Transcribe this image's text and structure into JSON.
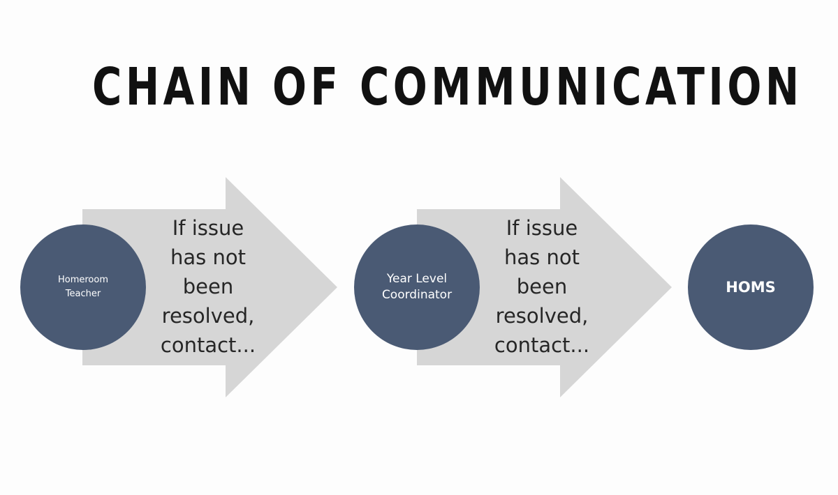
{
  "title": "CHAIN OF COMMUNICATION",
  "steps": [
    {
      "line1": "Homeroom",
      "line2": "Teacher"
    },
    {
      "line1": "Year Level",
      "line2": "Coordinator"
    },
    {
      "line1": "HOMS"
    }
  ],
  "connectors": [
    {
      "lines": [
        "If issue",
        "has not",
        "been",
        "resolved,",
        "contact..."
      ]
    },
    {
      "lines": [
        "If issue",
        "has not",
        "been",
        "resolved,",
        "contact..."
      ]
    }
  ],
  "colors": {
    "circle_fill": "#4a5a74",
    "arrow_fill": "#d6d6d6",
    "title_text": "#111111"
  }
}
